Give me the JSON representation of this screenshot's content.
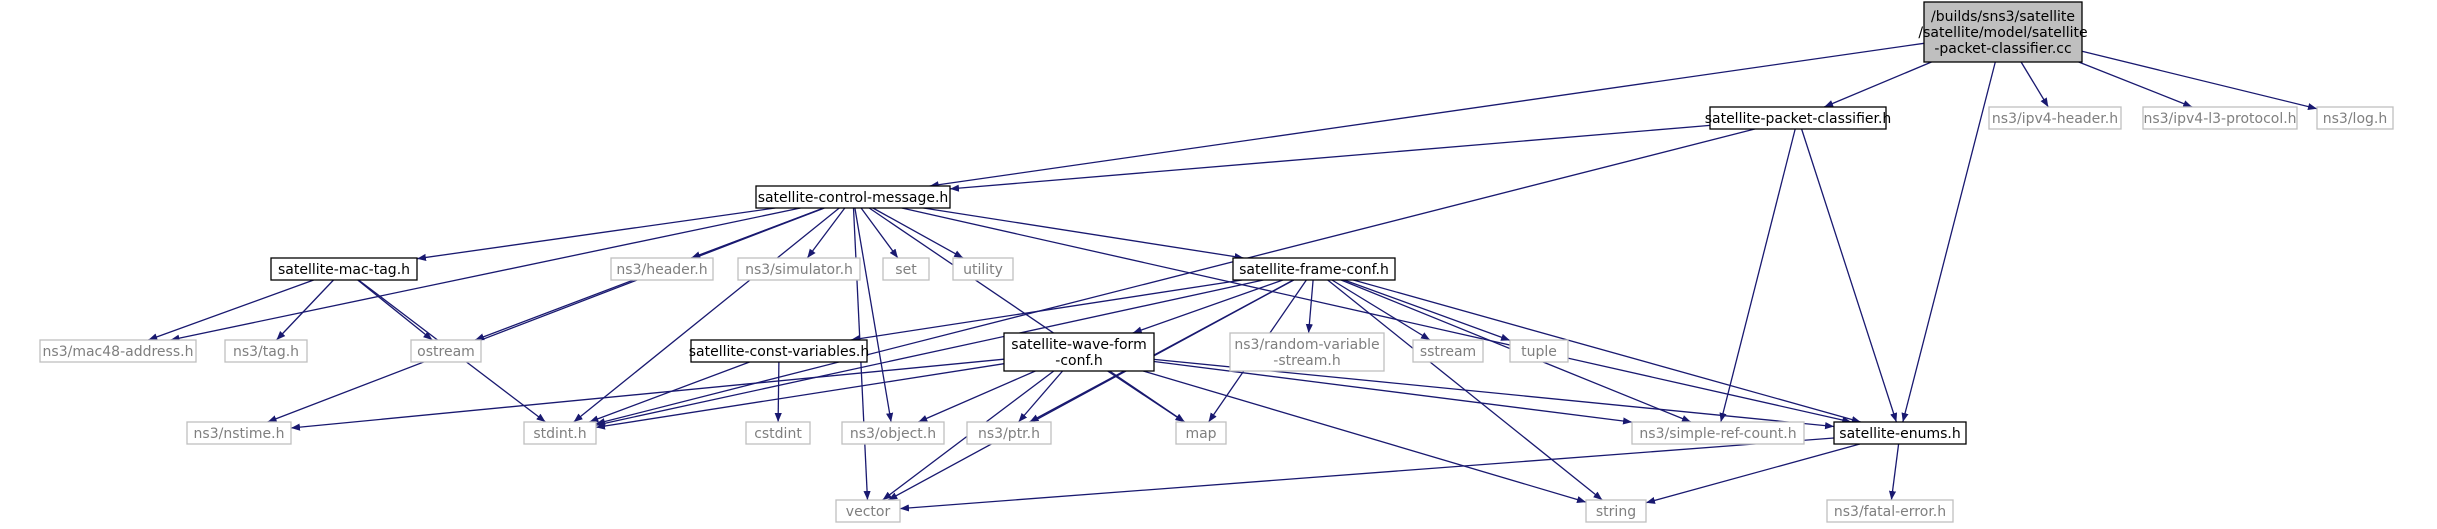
{
  "graph": {
    "title": "",
    "edge_color": "#191970",
    "nodes": [
      {
        "id": "root",
        "label": "/builds/sns3/satellite\n/satellite/model/satellite\n-packet-classifier.cc",
        "kind": "root"
      },
      {
        "id": "spc",
        "label": "satellite-packet-classifier.h",
        "kind": "project"
      },
      {
        "id": "scm",
        "label": "satellite-control-message.h",
        "kind": "project"
      },
      {
        "id": "smt",
        "label": "satellite-mac-tag.h",
        "kind": "project"
      },
      {
        "id": "sfc",
        "label": "satellite-frame-conf.h",
        "kind": "project"
      },
      {
        "id": "scv",
        "label": "satellite-const-variables.h",
        "kind": "project"
      },
      {
        "id": "swf",
        "label": "satellite-wave-form\n-conf.h",
        "kind": "project"
      },
      {
        "id": "sen",
        "label": "satellite-enums.h",
        "kind": "project"
      },
      {
        "id": "ipv4h",
        "label": "ns3/ipv4-header.h",
        "kind": "external"
      },
      {
        "id": "ipv4l3",
        "label": "ns3/ipv4-l3-protocol.h",
        "kind": "external"
      },
      {
        "id": "log",
        "label": "ns3/log.h",
        "kind": "external"
      },
      {
        "id": "header",
        "label": "ns3/header.h",
        "kind": "external"
      },
      {
        "id": "simulator",
        "label": "ns3/simulator.h",
        "kind": "external"
      },
      {
        "id": "set",
        "label": "set",
        "kind": "external"
      },
      {
        "id": "utility",
        "label": "utility",
        "kind": "external"
      },
      {
        "id": "mac48",
        "label": "ns3/mac48-address.h",
        "kind": "external"
      },
      {
        "id": "tag",
        "label": "ns3/tag.h",
        "kind": "external"
      },
      {
        "id": "ostream",
        "label": "ostream",
        "kind": "external"
      },
      {
        "id": "randvar",
        "label": "ns3/random-variable\n-stream.h",
        "kind": "external"
      },
      {
        "id": "sstream",
        "label": "sstream",
        "kind": "external"
      },
      {
        "id": "tuple",
        "label": "tuple",
        "kind": "external"
      },
      {
        "id": "nstime",
        "label": "ns3/nstime.h",
        "kind": "external"
      },
      {
        "id": "stdint",
        "label": "stdint.h",
        "kind": "external"
      },
      {
        "id": "cstdint",
        "label": "cstdint",
        "kind": "external"
      },
      {
        "id": "object",
        "label": "ns3/object.h",
        "kind": "external"
      },
      {
        "id": "ptr",
        "label": "ns3/ptr.h",
        "kind": "external"
      },
      {
        "id": "map",
        "label": "map",
        "kind": "external"
      },
      {
        "id": "simpleref",
        "label": "ns3/simple-ref-count.h",
        "kind": "external"
      },
      {
        "id": "vector",
        "label": "vector",
        "kind": "external"
      },
      {
        "id": "string",
        "label": "string",
        "kind": "external"
      },
      {
        "id": "fatal",
        "label": "ns3/fatal-error.h",
        "kind": "external"
      }
    ],
    "edges": [
      [
        "root",
        "spc"
      ],
      [
        "root",
        "scm"
      ],
      [
        "root",
        "sen"
      ],
      [
        "root",
        "ipv4h"
      ],
      [
        "root",
        "ipv4l3"
      ],
      [
        "root",
        "log"
      ],
      [
        "spc",
        "scm"
      ],
      [
        "spc",
        "sen"
      ],
      [
        "spc",
        "simpleref"
      ],
      [
        "spc",
        "stdint"
      ],
      [
        "scm",
        "smt"
      ],
      [
        "scm",
        "sfc"
      ],
      [
        "scm",
        "sen"
      ],
      [
        "scm",
        "header"
      ],
      [
        "scm",
        "simulator"
      ],
      [
        "scm",
        "set"
      ],
      [
        "scm",
        "utility"
      ],
      [
        "scm",
        "mac48"
      ],
      [
        "scm",
        "ostream"
      ],
      [
        "scm",
        "nstime"
      ],
      [
        "scm",
        "stdint"
      ],
      [
        "scm",
        "object"
      ],
      [
        "scm",
        "map"
      ],
      [
        "scm",
        "vector"
      ],
      [
        "smt",
        "mac48"
      ],
      [
        "smt",
        "tag"
      ],
      [
        "smt",
        "ostream"
      ],
      [
        "smt",
        "stdint"
      ],
      [
        "sfc",
        "scv"
      ],
      [
        "sfc",
        "swf"
      ],
      [
        "sfc",
        "sen"
      ],
      [
        "sfc",
        "randvar"
      ],
      [
        "sfc",
        "sstream"
      ],
      [
        "sfc",
        "tuple"
      ],
      [
        "sfc",
        "stdint"
      ],
      [
        "sfc",
        "ptr"
      ],
      [
        "sfc",
        "map"
      ],
      [
        "sfc",
        "simpleref"
      ],
      [
        "sfc",
        "vector"
      ],
      [
        "sfc",
        "string"
      ],
      [
        "scv",
        "stdint"
      ],
      [
        "scv",
        "cstdint"
      ],
      [
        "swf",
        "sen"
      ],
      [
        "swf",
        "nstime"
      ],
      [
        "swf",
        "stdint"
      ],
      [
        "swf",
        "object"
      ],
      [
        "swf",
        "ptr"
      ],
      [
        "swf",
        "map"
      ],
      [
        "swf",
        "simpleref"
      ],
      [
        "swf",
        "vector"
      ],
      [
        "swf",
        "string"
      ],
      [
        "sen",
        "vector"
      ],
      [
        "sen",
        "string"
      ],
      [
        "sen",
        "fatal"
      ]
    ]
  }
}
